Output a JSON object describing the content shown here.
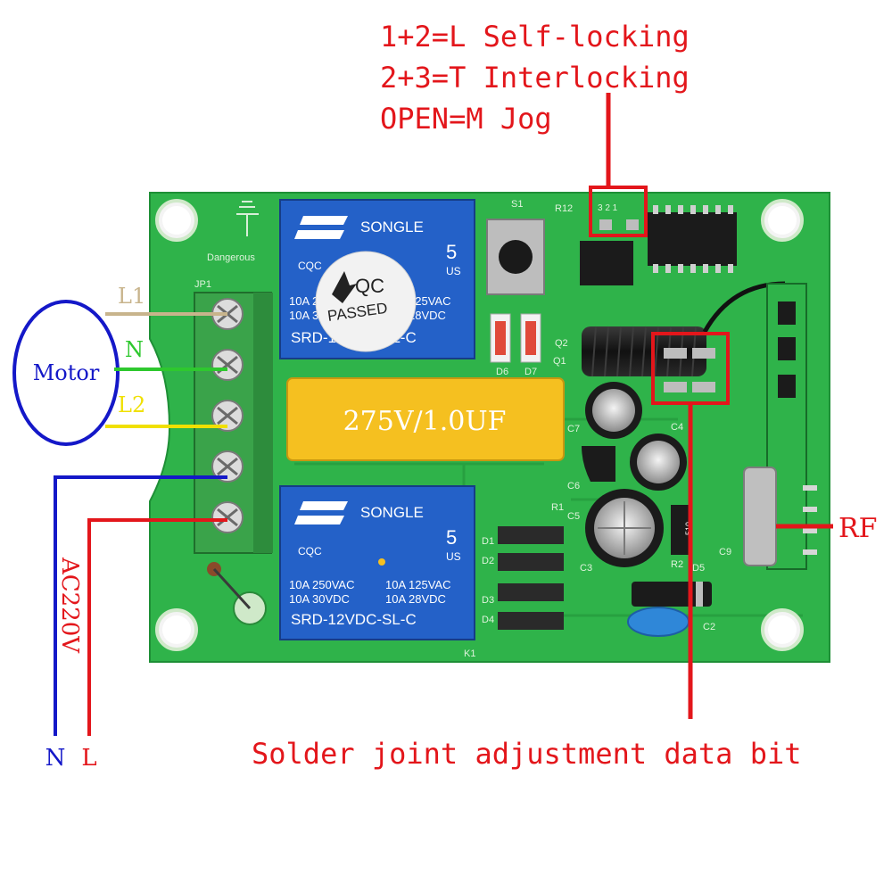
{
  "annotations": {
    "mode_line_1": "1+2=L Self-locking",
    "mode_line_2": "2+3=T Interlocking",
    "mode_line_3": "OPEN=M Jog",
    "rf": "RF",
    "solder_note": "Solder joint adjustment data bit",
    "ac220v": "AC220V",
    "n_bottom": "N",
    "l_bottom": "L"
  },
  "motor": {
    "label": "Motor",
    "l1": "L1",
    "n": "N",
    "l2": "L2"
  },
  "board": {
    "capacitor": "275V/1.0UF",
    "relay_brand": "SONGLE",
    "relay_top": {
      "model": "SRD-12VDC-SL-C",
      "rating_1": "10A 250VAC",
      "rating_2": "10A 30VDC",
      "rating_3": "10A 125VAC",
      "rating_4": "10A 28VDC",
      "pin_count": "5",
      "cqc": "CQC",
      "us": "US"
    },
    "relay_bottom": {
      "model": "SRD-12VDC-SL-C",
      "rating_1": "10A 250VAC",
      "rating_2": "10A 30VDC",
      "rating_3": "10A 125VAC",
      "rating_4": "10A 28VDC",
      "pin_count": "5",
      "cqc": "CQC",
      "us": "US"
    },
    "qc_sticker_1": "QC",
    "qc_sticker_2": "PASSED",
    "silkscreen": {
      "jp1": "JP1",
      "dangerous": "Dangerous",
      "s1": "S1",
      "r12": "R12",
      "d6": "D6",
      "d7": "D7",
      "q1": "Q1",
      "q2": "Q2",
      "c7": "C7",
      "c6": "C6",
      "c5": "C5",
      "c4": "C4",
      "c3": "C3",
      "c2": "C2",
      "c9": "C9",
      "r1": "R1",
      "r2": "R2",
      "d1": "D1",
      "d2": "D2",
      "d3": "D3",
      "d4": "D4",
      "d5": "D5",
      "k1": "K1",
      "r5": "510",
      "jumper_pads": "3 2 1"
    }
  },
  "colors": {
    "board": "#2fb34a",
    "annotation_red": "#e3161b",
    "wire_blue": "#1418c8",
    "wire_green": "#2ec82e",
    "wire_yellow": "#f0e000",
    "wire_tan": "#c8b48c",
    "relay_blue": "#2461c8",
    "capacitor_yellow": "#f5c020"
  }
}
